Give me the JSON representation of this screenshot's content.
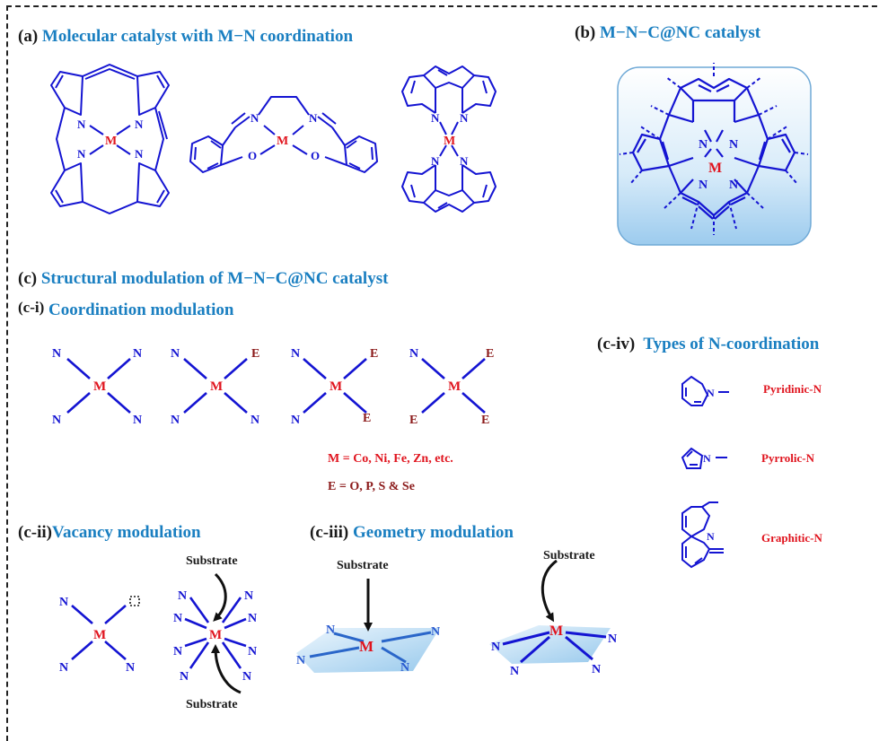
{
  "panels": {
    "a": {
      "tag": "(a)",
      "title": "Molecular catalyst with M−N coordination"
    },
    "b": {
      "tag": "(b)",
      "title": "M−N−C@NC catalyst"
    },
    "c": {
      "tag": "(c)",
      "title": "Structural modulation of M−N−C@NC catalyst"
    },
    "ci": {
      "tag": "(c-i)",
      "title": "Coordination modulation"
    },
    "cii": {
      "tag": "(c-ii)",
      "title": "Vacancy modulation"
    },
    "ciii": {
      "tag": "(c-iii)",
      "title": "Geometry modulation"
    },
    "civ": {
      "tag": "(c-iv)",
      "title": "Types of N-coordination"
    }
  },
  "atoms": {
    "metal": "M",
    "nitrogen": "N",
    "oxygen": "O",
    "element": "E"
  },
  "definitions": {
    "metal": "M = Co, Ni, Fe, Zn, etc.",
    "element": "E = O, P, S & Se"
  },
  "n_types": [
    "Pyridinic-N",
    "Pyrrolic-N",
    "Graphitic-N"
  ],
  "substrate_label": "Substrate",
  "colors": {
    "bond": "#1414d2",
    "metal": "#e0141e",
    "heteroatom": "#8b1a1a",
    "title": "#1a7fc1",
    "plane": "#aad2ee"
  }
}
